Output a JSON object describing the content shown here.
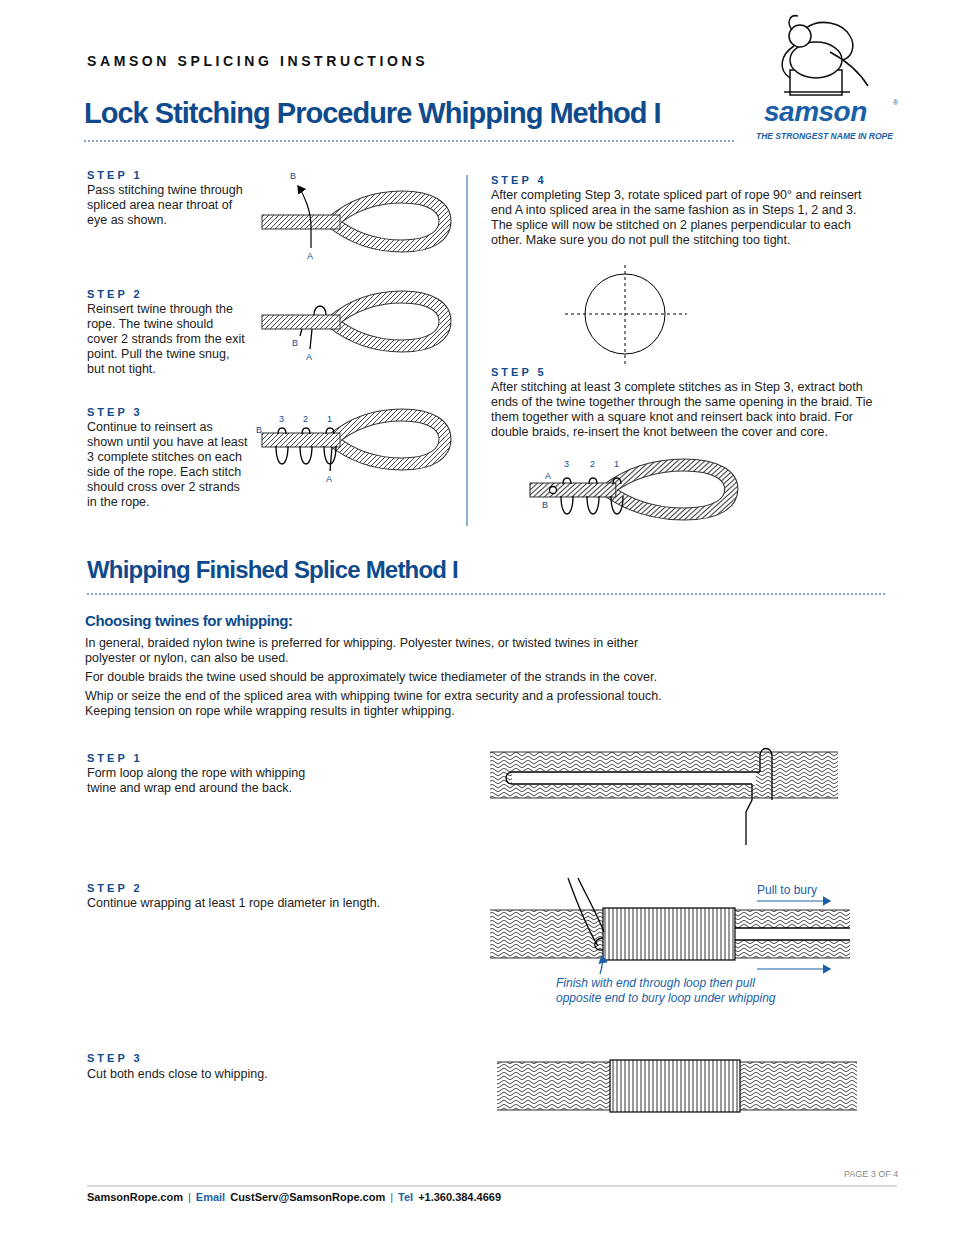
{
  "diagram": {
    "title": "Lock Stitching Procedure Whipping Method I",
    "labels": [
      "SAMSON SPLICING INSTRUCTIONS",
      "®",
      "samson",
      "THE STRONGEST NAME IN ROPE",
      "STEP 1",
      "Pass stitching twine through spliced area near throat of eye as shown.",
      "B",
      "A",
      "STEP 2",
      "Reinsert twine through the rope. The twine should cover 2 strands from the exit point. Pull the twine snug, but not tight.",
      "B",
      "A",
      "STEP 3",
      "Continue to reinsert as shown until you have at least 3 complete stitches on each side of the rope. Each stitch should cross over 2 strands in the rope.",
      "3",
      "2",
      "1",
      "B",
      "A",
      "STEP 4",
      "After completing Step 3, rotate spliced part of rope 90° and reinsert end A into spliced area in the same fashion as in Steps 1, 2 and 3. The splice will now be stitched on 2 planes perpendicular to each other. Make sure you do not pull the stitching too tight.",
      "STEP 5",
      "After stitching at least 3 complete stitches as in Step 3, extract both ends of the twine together through the same opening in the braid. Tie them together with a square knot and reinsert back into braid. For double braids, re-insert the knot between the cover and core.",
      "3",
      "2",
      "1",
      "A",
      "B",
      "Whipping Finished Splice Method I",
      "Choosing twines for whipping:",
      "In general, braided nylon twine is preferred for whipping. Polyester twines, or twisted twines in either polyester or nylon, can also be used.",
      "For double braids the twine used should be approximately twice thediameter of the strands in the cover.",
      "Whip or seize the end of the spliced area with whipping twine for extra security and a professional touch. Keeping tension on rope while wrapping results in tighter whipping.",
      "STEP 1",
      "Form loop along the rope with whipping twine and wrap end around the back.",
      "STEP 2",
      "Continue wrapping at least 1 rope diameter in length.",
      "Pull to bury",
      "Finish with end through loop then pull opposite end to bury loop under whipping",
      "STEP 3",
      "Cut both ends close to whipping.",
      "PAGE 3 OF 4",
      "SamsonRope.com",
      "|",
      "Email",
      "CustServ@SamsonRope.com",
      "|",
      "Tel",
      "+1.360.384.4669"
    ]
  }
}
